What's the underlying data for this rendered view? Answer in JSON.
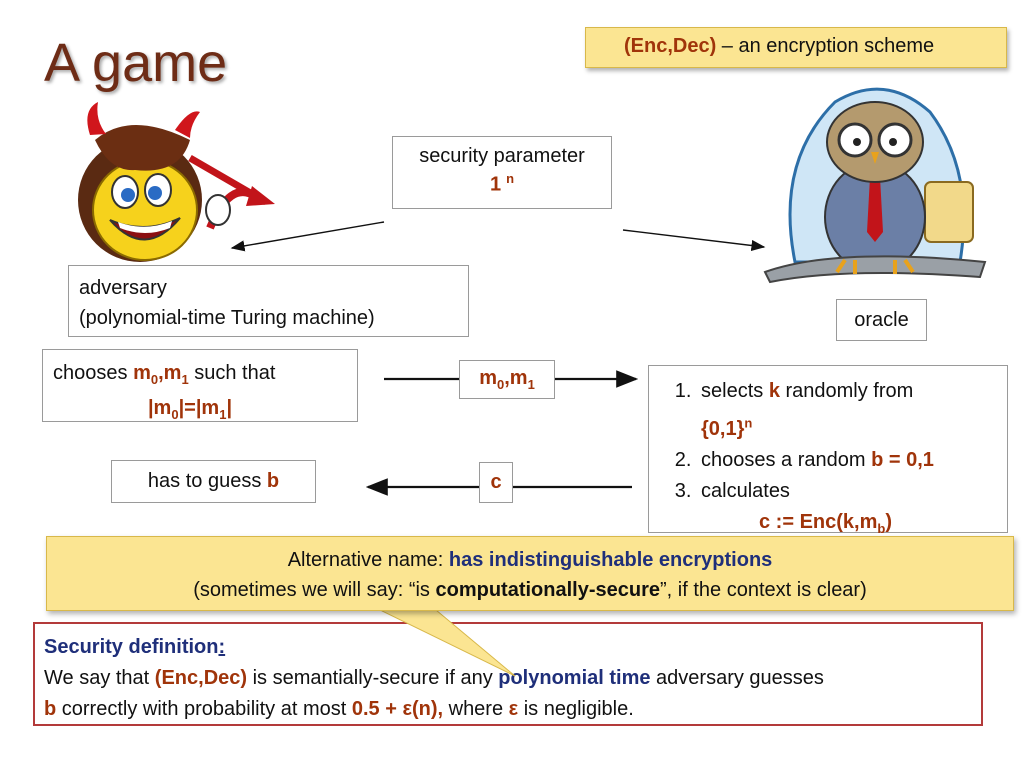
{
  "title": "A game",
  "scheme": {
    "name": "(Enc,Dec)",
    "rest": " – an encryption scheme"
  },
  "param": {
    "label": "security parameter",
    "value_base": "1",
    "value_sup": "n"
  },
  "adversary": {
    "line1": "adversary",
    "line2": "(polynomial-time Turing machine)"
  },
  "oracle": {
    "label": "oracle"
  },
  "choose": {
    "prefix": "chooses ",
    "m": "m",
    "s0": "0",
    "comma": ",",
    "s1": "1",
    "suffix": " such that",
    "eq_a": "|m",
    "eq_b": "|=|m",
    "eq_c": "|"
  },
  "message": {
    "m": "m",
    "s0": "0",
    "comma": ",m",
    "s1": "1"
  },
  "guess": {
    "prefix": "has to guess ",
    "var": "b"
  },
  "cipher": {
    "label": "c"
  },
  "steps": {
    "items": [
      {
        "text": "selects ",
        "var": "k",
        "rest": " randomly from",
        "set": "{0,1}",
        "set_sup": "n"
      },
      {
        "text": "chooses a random ",
        "var": "b = 0,1"
      },
      {
        "text": "calculates",
        "formula_a": "c := Enc(k,m",
        "formula_sub": "b",
        "formula_b": ")"
      }
    ]
  },
  "callout": {
    "line1_prefix": "Alternative name: ",
    "line1_bold": "has indistinguishable encryptions",
    "line2_prefix": "(sometimes we will say: “is ",
    "line2_bold": "computationally-secure",
    "line2_suffix": "”, if the context is clear)"
  },
  "definition": {
    "heading": "Security definition",
    "colon": ":",
    "t1": "We say that ",
    "scheme": "(Enc,Dec)",
    "t2": " is semantially-secure if any ",
    "poly": "polynomial time",
    "t3": " adversary guesses",
    "b": "b",
    "t4": " correctly with probability at most ",
    "bound": "0.5 + ε(n),",
    "t5": " where ",
    "eps": "ε",
    "t6": " is negligible."
  },
  "colors": {
    "accent_red": "#a0340a",
    "navy": "#1f2f7a",
    "callout_yellow": "#fbe592",
    "definition_border": "#b33a3a"
  }
}
